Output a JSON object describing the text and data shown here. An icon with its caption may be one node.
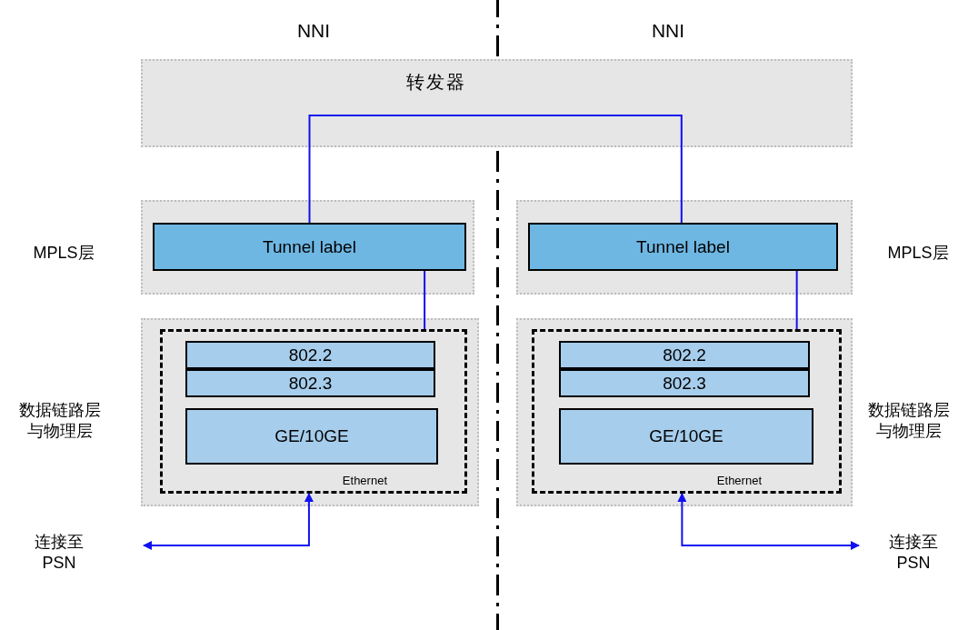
{
  "diagram": {
    "nodes": [
      {
        "text": [
          "转发器"
        ]
      },
      {
        "text": [],
        "shape": "box"
      },
      {
        "text": [
          "Tunnel label"
        ],
        "in": 1
      },
      {
        "text": [],
        "shape": "box"
      },
      {
        "text": [
          "Tunnel label"
        ],
        "in": 3
      },
      {
        "text": [],
        "shape": "box"
      },
      {
        "text": [
          "Ethernet"
        ],
        "in": 5
      },
      {
        "text": [
          "802.2"
        ],
        "in": 6
      },
      {
        "text": [
          "802.3"
        ],
        "in": 6
      },
      {
        "text": [
          "GE/10GE"
        ],
        "in": 6
      },
      {
        "text": [],
        "shape": "box"
      },
      {
        "text": [
          "Ethernet"
        ],
        "in": 10
      },
      {
        "text": [
          "802.2"
        ],
        "in": 11
      },
      {
        "text": [
          "802.3"
        ],
        "in": 11
      },
      {
        "text": [
          "GE/10GE"
        ],
        "in": 11
      }
    ],
    "edges": [
      {
        "from": 2,
        "to": 0,
        "arrow": "none"
      },
      {
        "from": 0,
        "to": 4,
        "arrow": "none"
      },
      {
        "from": 2,
        "to": 6,
        "arrow": "none"
      },
      {
        "from": 4,
        "to": 11,
        "arrow": "none"
      },
      {
        "from": null,
        "to": 6,
        "arrow": "both"
      },
      {
        "from": null,
        "to": 11,
        "arrow": "both"
      }
    ],
    "labels": [
      "NNI",
      "NNI",
      "MPLS层",
      "MPLS层",
      "数据链路层与物理层",
      "数据链路层与物理层",
      "连接至 PSN",
      "连接至 PSN"
    ]
  }
}
